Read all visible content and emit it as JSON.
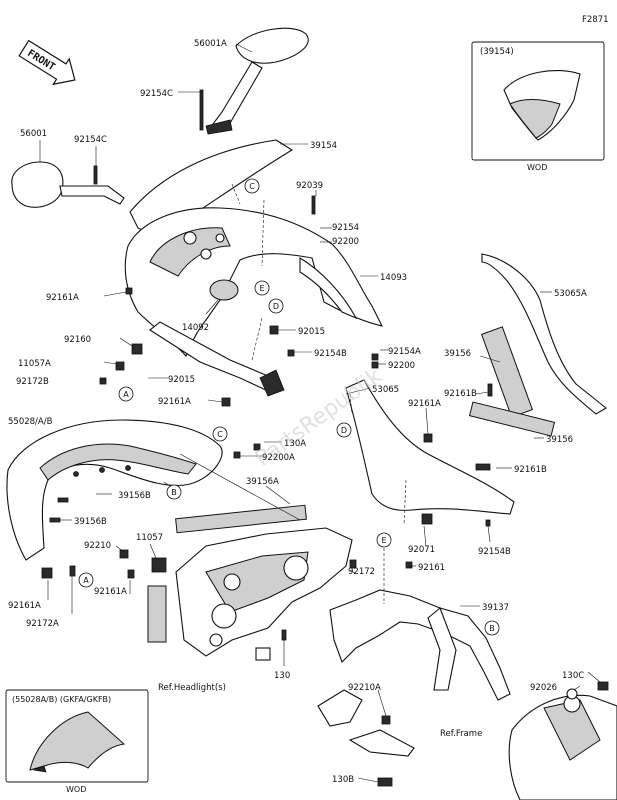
{
  "figure_code": "F2871",
  "front_arrow_label": "FRONT",
  "watermark": "PartsRepublik",
  "callouts": [
    "56001A",
    "92154C",
    "39154",
    "56001",
    "92154C",
    "92039",
    "92154",
    "92200",
    "14093",
    "92161A",
    "14092",
    "92160",
    "92015",
    "11057A",
    "92154B",
    "92154A",
    "92015",
    "92172B",
    "92200",
    "92161A",
    "55028/A/B",
    "130A",
    "92200A",
    "53065",
    "92161A",
    "53065A",
    "39156",
    "92161B",
    "39156",
    "92161B",
    "39156B",
    "39156A",
    "39156B",
    "11057",
    "92210",
    "92161A",
    "92161A",
    "92172A",
    "92172",
    "92071",
    "92154B",
    "92161",
    "39137",
    "130",
    "130C",
    "92026",
    "92210A",
    "130B"
  ],
  "circle_refs": [
    "C",
    "E",
    "D",
    "A",
    "C",
    "B",
    "D",
    "A",
    "B",
    "E",
    "B"
  ],
  "ref_headlight": "Ref.Headlight(s)",
  "ref_frame": "Ref.Frame",
  "inset_top": {
    "code": "(39154)",
    "note": "WOD"
  },
  "inset_bottom": {
    "code": "(55028A/B) (GKFA/GKFB)",
    "note": "WOD"
  }
}
